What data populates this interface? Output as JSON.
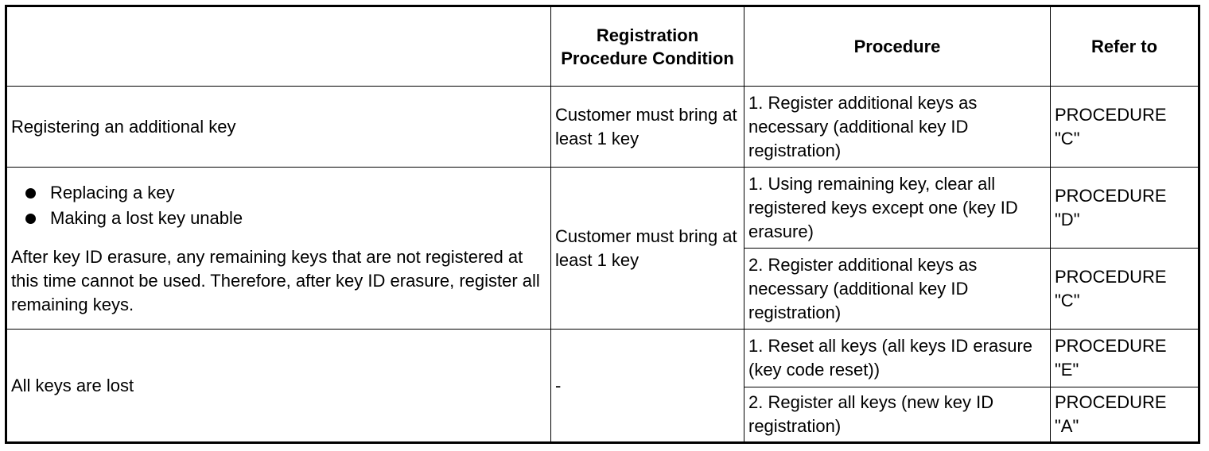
{
  "table": {
    "headers": {
      "situation": "",
      "condition": "Registration Procedure Condition",
      "procedure": "Procedure",
      "refer": "Refer to"
    },
    "rows": [
      {
        "situation": "Registering an additional key",
        "condition": "Customer must bring at least 1 key",
        "steps": [
          {
            "procedure": "1. Register additional keys as necessary (additional key ID registration)",
            "refer": "PROCEDURE \"C\""
          }
        ]
      },
      {
        "bullets": [
          "Replacing a key",
          "Making a lost key unable"
        ],
        "note": "After key ID erasure, any remaining keys that are not registered at this time cannot be used. Therefore, after key ID erasure, register all remaining keys.",
        "condition": "Customer must bring at least 1 key",
        "steps": [
          {
            "procedure": "1. Using remaining key, clear all registered keys except one (key ID erasure)",
            "refer": "PROCEDURE \"D\""
          },
          {
            "procedure": "2. Register additional keys as necessary (additional key ID registration)",
            "refer": "PROCEDURE \"C\""
          }
        ]
      },
      {
        "situation": "All keys are lost",
        "condition": "-",
        "steps": [
          {
            "procedure": "1. Reset all keys (all keys ID erasure (key code reset))",
            "refer": "PROCEDURE \"E\""
          },
          {
            "procedure": "2. Register all keys (new key ID registration)",
            "refer": "PROCEDURE \"A\""
          }
        ]
      }
    ]
  }
}
